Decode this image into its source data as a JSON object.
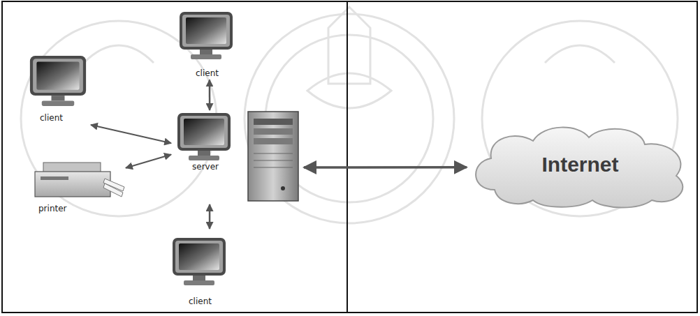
{
  "diagram": {
    "nodes": [
      {
        "text": [
          "client"
        ]
      },
      {
        "text": [
          "client"
        ]
      },
      {
        "text": [
          "server"
        ]
      },
      {
        "text": [
          "printer"
        ]
      },
      {
        "text": [
          "client"
        ]
      },
      {
        "text": [
          "Internet"
        ]
      }
    ],
    "edges": [
      {
        "from": 0,
        "to": 2,
        "arrow": "both"
      },
      {
        "from": 1,
        "to": 2,
        "arrow": "both"
      },
      {
        "from": 3,
        "to": 2,
        "arrow": "both"
      },
      {
        "from": 2,
        "to": 4,
        "arrow": "both"
      },
      {
        "from": 2,
        "to": 5,
        "arrow": "both"
      }
    ]
  }
}
